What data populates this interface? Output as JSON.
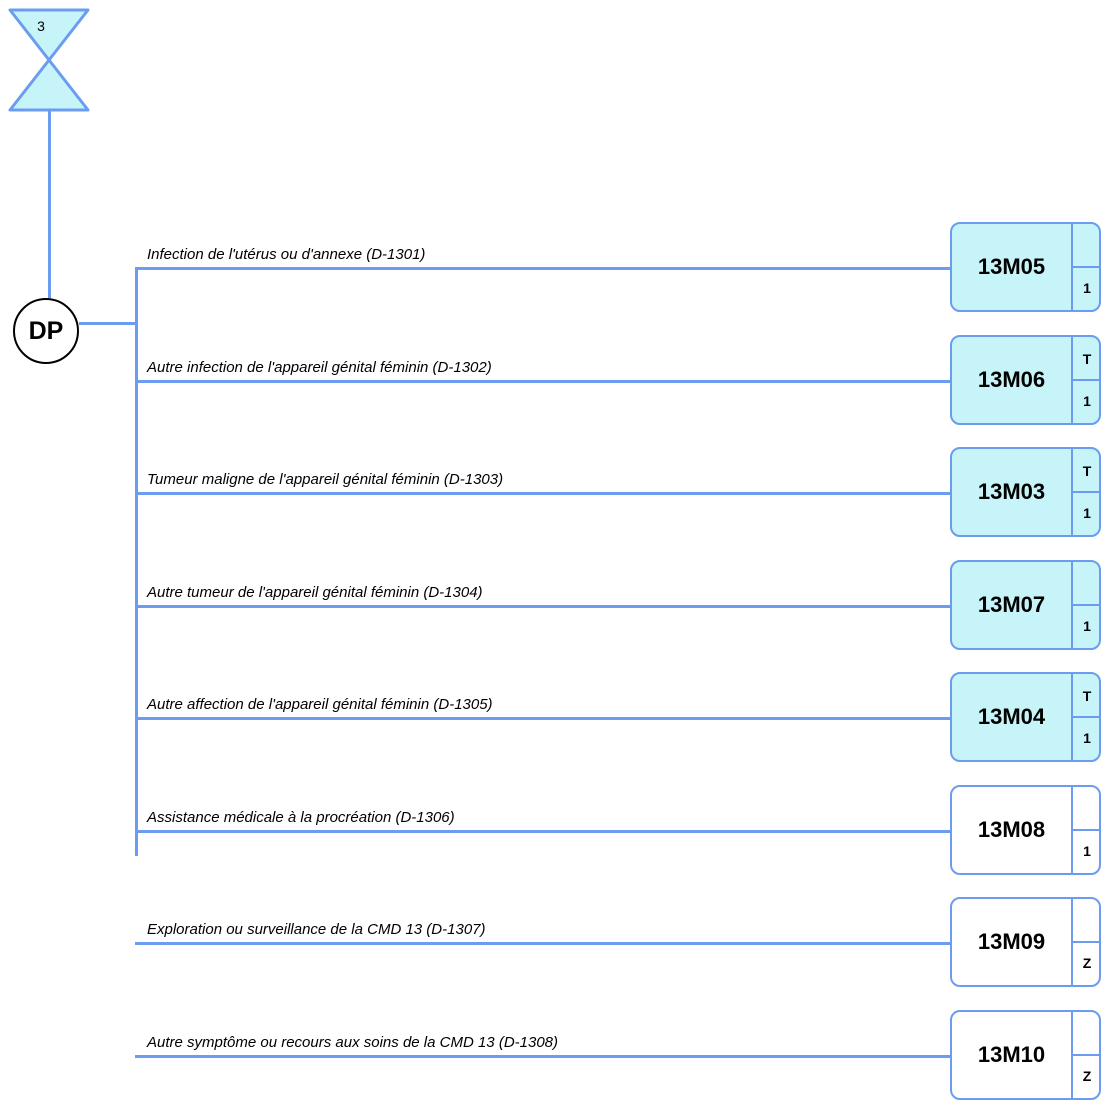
{
  "colors": {
    "wire": "#6b9cf0",
    "box_fill_highlight": "#c6f4f8",
    "box_fill_plain": "#ffffff"
  },
  "start_node": {
    "icon": "hourglass-icon",
    "number": "3"
  },
  "decision_node": {
    "label": "DP"
  },
  "branches": [
    {
      "label": "Infection de l'utérus ou d'annexe (D-1301)",
      "code": "13M05",
      "top_flag": "",
      "bottom_flag": "1",
      "highlighted": true
    },
    {
      "label": "Autre infection de l'appareil génital féminin (D-1302)",
      "code": "13M06",
      "top_flag": "T",
      "bottom_flag": "1",
      "highlighted": true
    },
    {
      "label": "Tumeur maligne de l'appareil génital féminin (D-1303)",
      "code": "13M03",
      "top_flag": "T",
      "bottom_flag": "1",
      "highlighted": true
    },
    {
      "label": "Autre tumeur de l'appareil génital féminin (D-1304)",
      "code": "13M07",
      "top_flag": "",
      "bottom_flag": "1",
      "highlighted": true
    },
    {
      "label": "Autre affection de l'appareil génital féminin (D-1305)",
      "code": "13M04",
      "top_flag": "T",
      "bottom_flag": "1",
      "highlighted": true
    },
    {
      "label": "Assistance médicale à la procréation (D-1306)",
      "code": "13M08",
      "top_flag": "",
      "bottom_flag": "1",
      "highlighted": false
    },
    {
      "label": "Exploration ou surveillance de la CMD 13 (D-1307)",
      "code": "13M09",
      "top_flag": "",
      "bottom_flag": "Z",
      "highlighted": false
    },
    {
      "label": "Autre symptôme ou recours aux soins de la CMD 13 (D-1308)",
      "code": "13M10",
      "top_flag": "",
      "bottom_flag": "Z",
      "highlighted": false
    }
  ]
}
